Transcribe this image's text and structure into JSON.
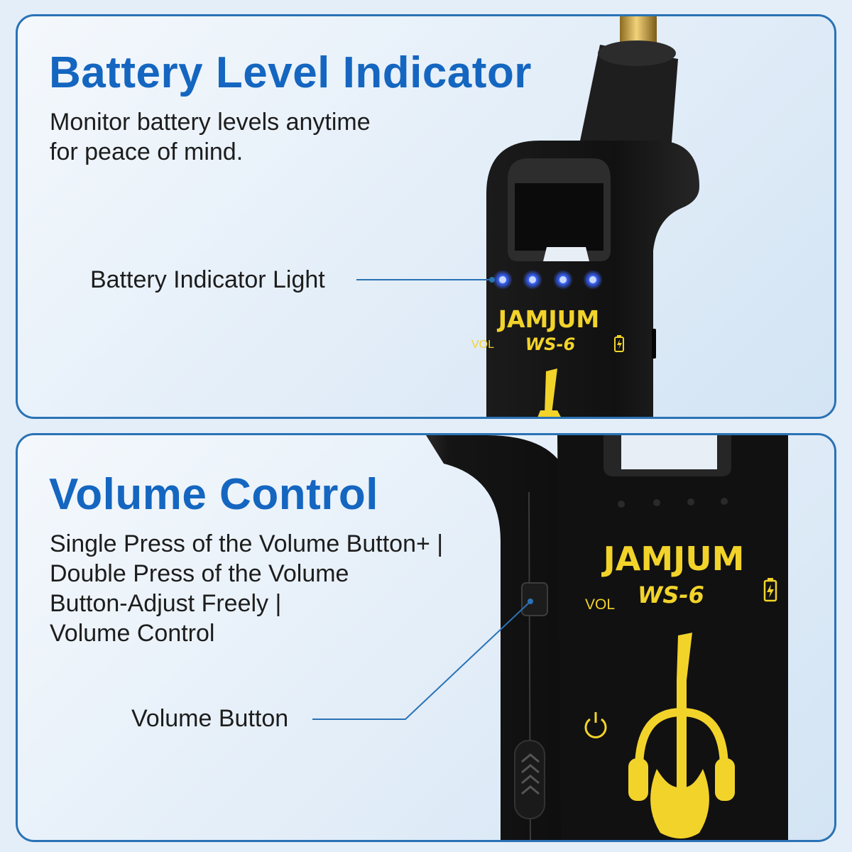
{
  "battery_section": {
    "title": "Battery Level Indicator",
    "description_lines": [
      "Monitor battery levels anytime",
      "for peace of mind."
    ],
    "callout": "Battery Indicator Light"
  },
  "volume_section": {
    "title": "Volume Control",
    "description_lines": [
      "Single Press of the Volume Button+ |",
      "Double Press of the Volume",
      "Button-Adjust Freely |",
      "Volume Control"
    ],
    "callout": "Volume Button"
  },
  "device": {
    "brand": "JAMJUM",
    "model": "WS-6",
    "vol_label": "VOL",
    "battery_level": {
      "lit": 4,
      "total": 4
    }
  },
  "colors": {
    "heading": "#1466c0",
    "border": "#2a72b5",
    "device_body": "#141414",
    "brand_yellow": "#f2d32a",
    "led_blue": "#3a64ff",
    "leader_line": "#2a72b5"
  },
  "icons": [
    "battery-icon",
    "guitar-icon",
    "headphones-icon",
    "power-icon",
    "plug-icon"
  ]
}
